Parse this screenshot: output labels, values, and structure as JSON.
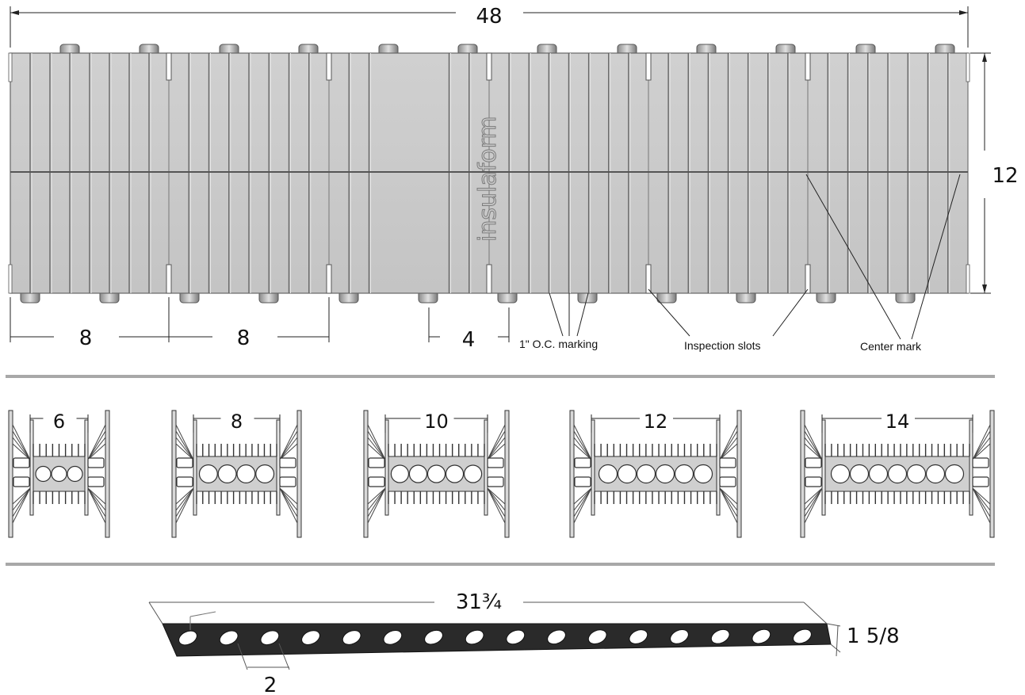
{
  "top_view": {
    "overall_length": "48",
    "height": "12",
    "spacing_a": "8",
    "spacing_b": "8",
    "spacing_c": "4",
    "brand": "insulaform",
    "annotations": {
      "oc_marking": "1\" O.C. marking",
      "inspection_slots": "Inspection slots",
      "center_mark": "Center mark"
    }
  },
  "sections": [
    {
      "width": "6",
      "holes": 3
    },
    {
      "width": "8",
      "holes": 4
    },
    {
      "width": "10",
      "holes": 5
    },
    {
      "width": "12",
      "holes": 6
    },
    {
      "width": "14",
      "holes": 7
    }
  ],
  "strip": {
    "length": "31¾",
    "width": "1 5/8",
    "hole_spacing": "2",
    "holes": 16
  },
  "colors": {
    "panel": "#c8c8c8",
    "panel_line": "#555555",
    "divider": "#a8a8a8",
    "strip": "#2a2a2a"
  }
}
